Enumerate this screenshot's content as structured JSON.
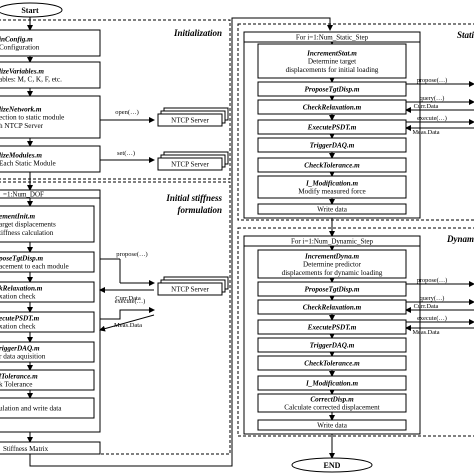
{
  "terminals": {
    "start": "Start",
    "end": "END"
  },
  "left": {
    "sections": {
      "initialization": "Initialization",
      "stiffness_1": "Initial stiffness",
      "stiffness_2": "formulation"
    },
    "blocks": [
      {
        "title": "inConfig.m",
        "line1": "Configuration",
        "line2": ""
      },
      {
        "title": "lizeVariables.m",
        "line1": "ables: M, C, K, F, etc.",
        "line2": ""
      },
      {
        "title": "lizeNetwork.m",
        "line1": "ection to static module",
        "line2": "h NTCP Server"
      },
      {
        "title": "lizeModules.m",
        "line1": "Each Static Module",
        "line2": ""
      }
    ],
    "loop_header": "=1:Num_DOF",
    "loop_blocks": [
      {
        "title": "ementInit.m",
        "line1": "arget displacements",
        "line2": "tiffness calculation"
      },
      {
        "title": "poseTgtDisp.m",
        "line1": "acement to each module",
        "line2": ""
      },
      {
        "title": "kRelaxation.m",
        "line1": "xation check",
        "line2": ""
      },
      {
        "title": "ecutePSDT.m",
        "line1": "xation check",
        "line2": ""
      },
      {
        "title": "riggerDAQ.m",
        "line1": "r data aquisition",
        "line2": ""
      },
      {
        "title": "lTolerance.m",
        "line1": "k Tolerance",
        "line2": ""
      },
      {
        "title": "",
        "line1": "ulation and write data",
        "line2": ""
      }
    ],
    "footer": "Stiffness Matrix"
  },
  "servers": {
    "label": "NTCP Server"
  },
  "calls": {
    "open": "open(…)",
    "set": "set(…)",
    "propose": "propose(…)",
    "query": "query(…)",
    "execute": "execute(…)",
    "curr": "Curr.Data",
    "meas": "Meas.Data"
  },
  "static": {
    "title": "Stati",
    "loop_header": "For i=1:Num_Static_Step",
    "blocks": [
      {
        "title": "IncrementStat.m",
        "line1": "Determine target",
        "line2": "displacements for initial loading"
      },
      {
        "title": "ProposeTgtDisp.m",
        "line1": "",
        "line2": ""
      },
      {
        "title": "CheckRelaxation.m",
        "line1": "",
        "line2": ""
      },
      {
        "title": "ExecutePSDT.m",
        "line1": "",
        "line2": ""
      },
      {
        "title": "TriggerDAQ.m",
        "line1": "",
        "line2": ""
      },
      {
        "title": "CheckTolerance.m",
        "line1": "",
        "line2": ""
      },
      {
        "title": "I_Modification.m",
        "line1": "Modify measured force",
        "line2": ""
      },
      {
        "title": "",
        "line1": "Write data",
        "line2": ""
      }
    ]
  },
  "dynamic": {
    "title": "Dynam",
    "loop_header": "For i=1:Num_Dynamic_Step",
    "blocks": [
      {
        "title": "IncrementDyna.m",
        "line1": "Determine predictor",
        "line2": "displacements for dynamic loading"
      },
      {
        "title": "ProposeTgtDisp.m",
        "line1": "",
        "line2": ""
      },
      {
        "title": "CheckRelaxation.m",
        "line1": "",
        "line2": ""
      },
      {
        "title": "ExecutePSDT.m",
        "line1": "",
        "line2": ""
      },
      {
        "title": "TriggerDAQ.m",
        "line1": "",
        "line2": ""
      },
      {
        "title": "CheckTolerance.m",
        "line1": "",
        "line2": ""
      },
      {
        "title": "I_Modification.m",
        "line1": "",
        "line2": ""
      },
      {
        "title": "CorrectDisp.m",
        "line1": "Calculate corrected displacement",
        "line2": ""
      },
      {
        "title": "",
        "line1": "Write data",
        "line2": ""
      }
    ]
  }
}
